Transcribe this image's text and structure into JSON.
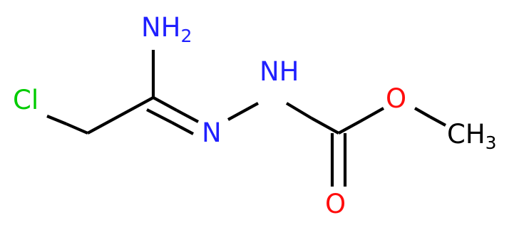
{
  "colors": {
    "bond": "#000000",
    "chlorine": "#00cc00",
    "nitrogen": "#2020ff",
    "oxygen": "#ff0d0d",
    "carbon": "#000000"
  },
  "atoms": {
    "cl": {
      "symbol": "Cl"
    },
    "nh2": {
      "symbol": "NH",
      "subscript": "2"
    },
    "n_imine": {
      "symbol": "N"
    },
    "nh": {
      "symbol": "NH"
    },
    "o_ether": {
      "symbol": "O"
    },
    "o_carbonyl": {
      "symbol": "O"
    },
    "ch3": {
      "symbol": "CH",
      "subscript": "3"
    }
  }
}
